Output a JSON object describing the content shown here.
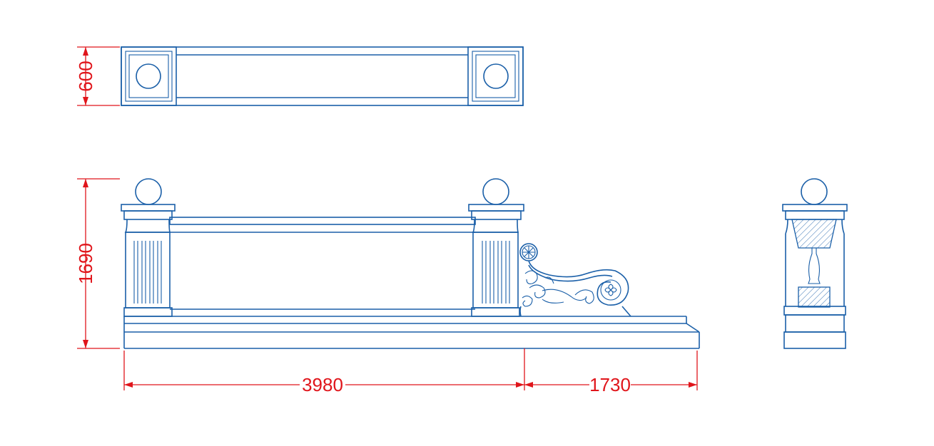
{
  "dimensions": {
    "top_view_depth": "600",
    "height": "1690",
    "main_length": "3980",
    "side_length": "1730"
  },
  "colors": {
    "linework": "#1a5fa8",
    "dimension": "#e0151b",
    "background": "#ffffff"
  }
}
